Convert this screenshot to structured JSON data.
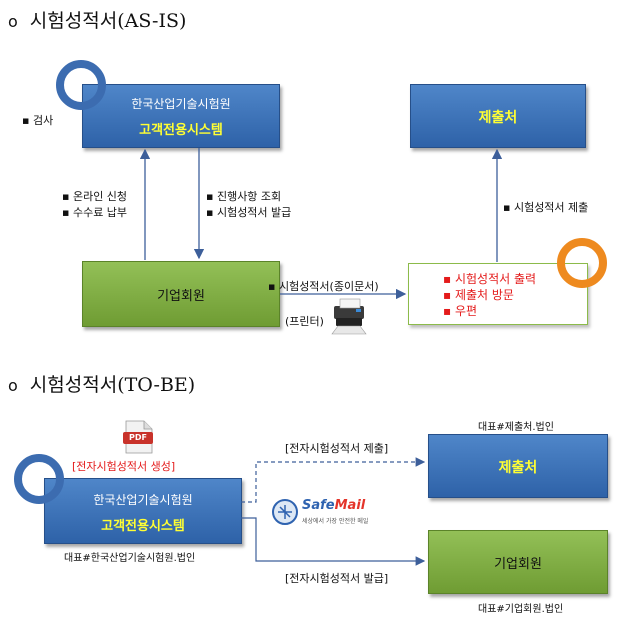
{
  "asis": {
    "title": "시험성적서(AS-IS)",
    "bullet": "o",
    "system_box": {
      "org": "한국산업기술시험원",
      "name": "고객전용시스템"
    },
    "inspection": "▪ 검사",
    "submit_box": {
      "label": "제출처"
    },
    "member_box": {
      "label": "기업회원"
    },
    "left_up_labels": [
      "▪ 온라인 신청",
      "▪ 수수료 납부"
    ],
    "left_down_labels": [
      "▪ 진행사항 조회",
      "▪ 시험성적서 발급"
    ],
    "right_up_label": "▪ 시험성적서 제출",
    "paper_label": "▪ 시험성적서(종이문서)",
    "printer_label": "(프린터)",
    "actions": [
      "▪ 시험성적서 출력",
      "▪ 제출처 방문",
      "▪ 우편"
    ]
  },
  "tobe": {
    "title": "시험성적서(TO-BE)",
    "bullet": "o",
    "pdf_label": "PDF",
    "generate_label": "[전자시험성적서 생성]",
    "system_box": {
      "org": "한국산업기술시험원",
      "name": "고객전용시스템"
    },
    "system_rep": "대표#한국산업기술시험원.법인",
    "submit_rep": "대표#제출처.법인",
    "submit_box": {
      "label": "제출처"
    },
    "member_box": {
      "label": "기업회원"
    },
    "member_rep": "대표#기업회원.법인",
    "submit_flow": "[전자시험성적서 제출]",
    "issue_flow": "[전자시험성적서 발급]",
    "safemail": {
      "logo_prefix": "Safe",
      "logo_suffix": "Mail",
      "tagline": "세상에서 가장 안전한 메일"
    }
  },
  "colors": {
    "box_blue": "#3a6fb6",
    "box_green": "#7fae44",
    "arrow": "#3d5f9a",
    "ring_blue": "#3c6cb0",
    "ring_orange": "#ee8a1f",
    "highlight_red": "#e41b1b"
  }
}
